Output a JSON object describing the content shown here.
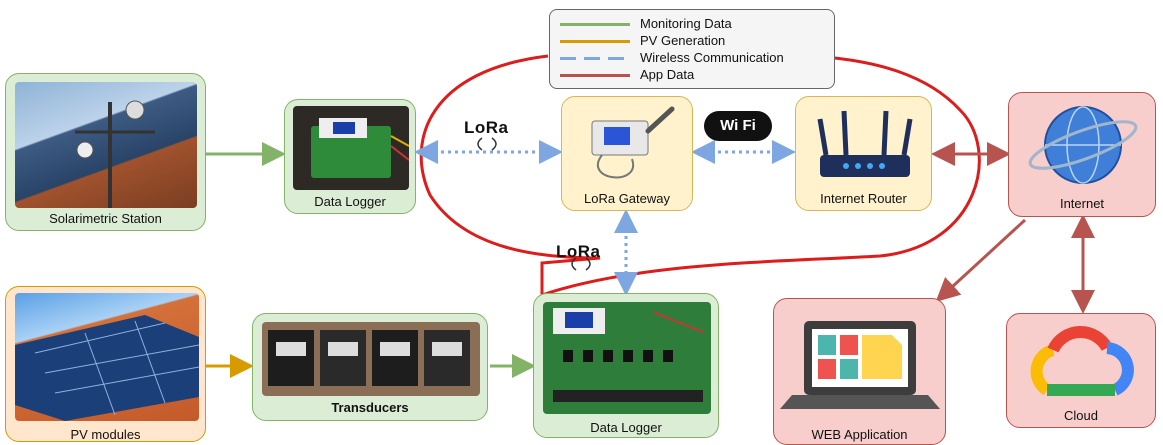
{
  "legend": {
    "monitoring": "Monitoring Data",
    "pv": "PV Generation",
    "wireless": "Wireless Communication",
    "app": "App Data"
  },
  "nodes": {
    "solarimetric": "Solarimetric Station",
    "datalogger_top": "Data Logger",
    "lora_gateway": "LoRa Gateway",
    "router": "Internet Router",
    "internet": "Internet",
    "pv_modules": "PV modules",
    "transducers": "Transducers",
    "datalogger_bottom": "Data Logger",
    "web_app": "WEB Application",
    "cloud": "Cloud"
  },
  "badges": {
    "lora": "LoRa",
    "wifi": "Wi Fi"
  },
  "colors": {
    "monitoring": "#82b366",
    "pv": "#d79b00",
    "wireless": "#7ea6e0",
    "app": "#b85450",
    "boundary": "#dd1c1c"
  }
}
